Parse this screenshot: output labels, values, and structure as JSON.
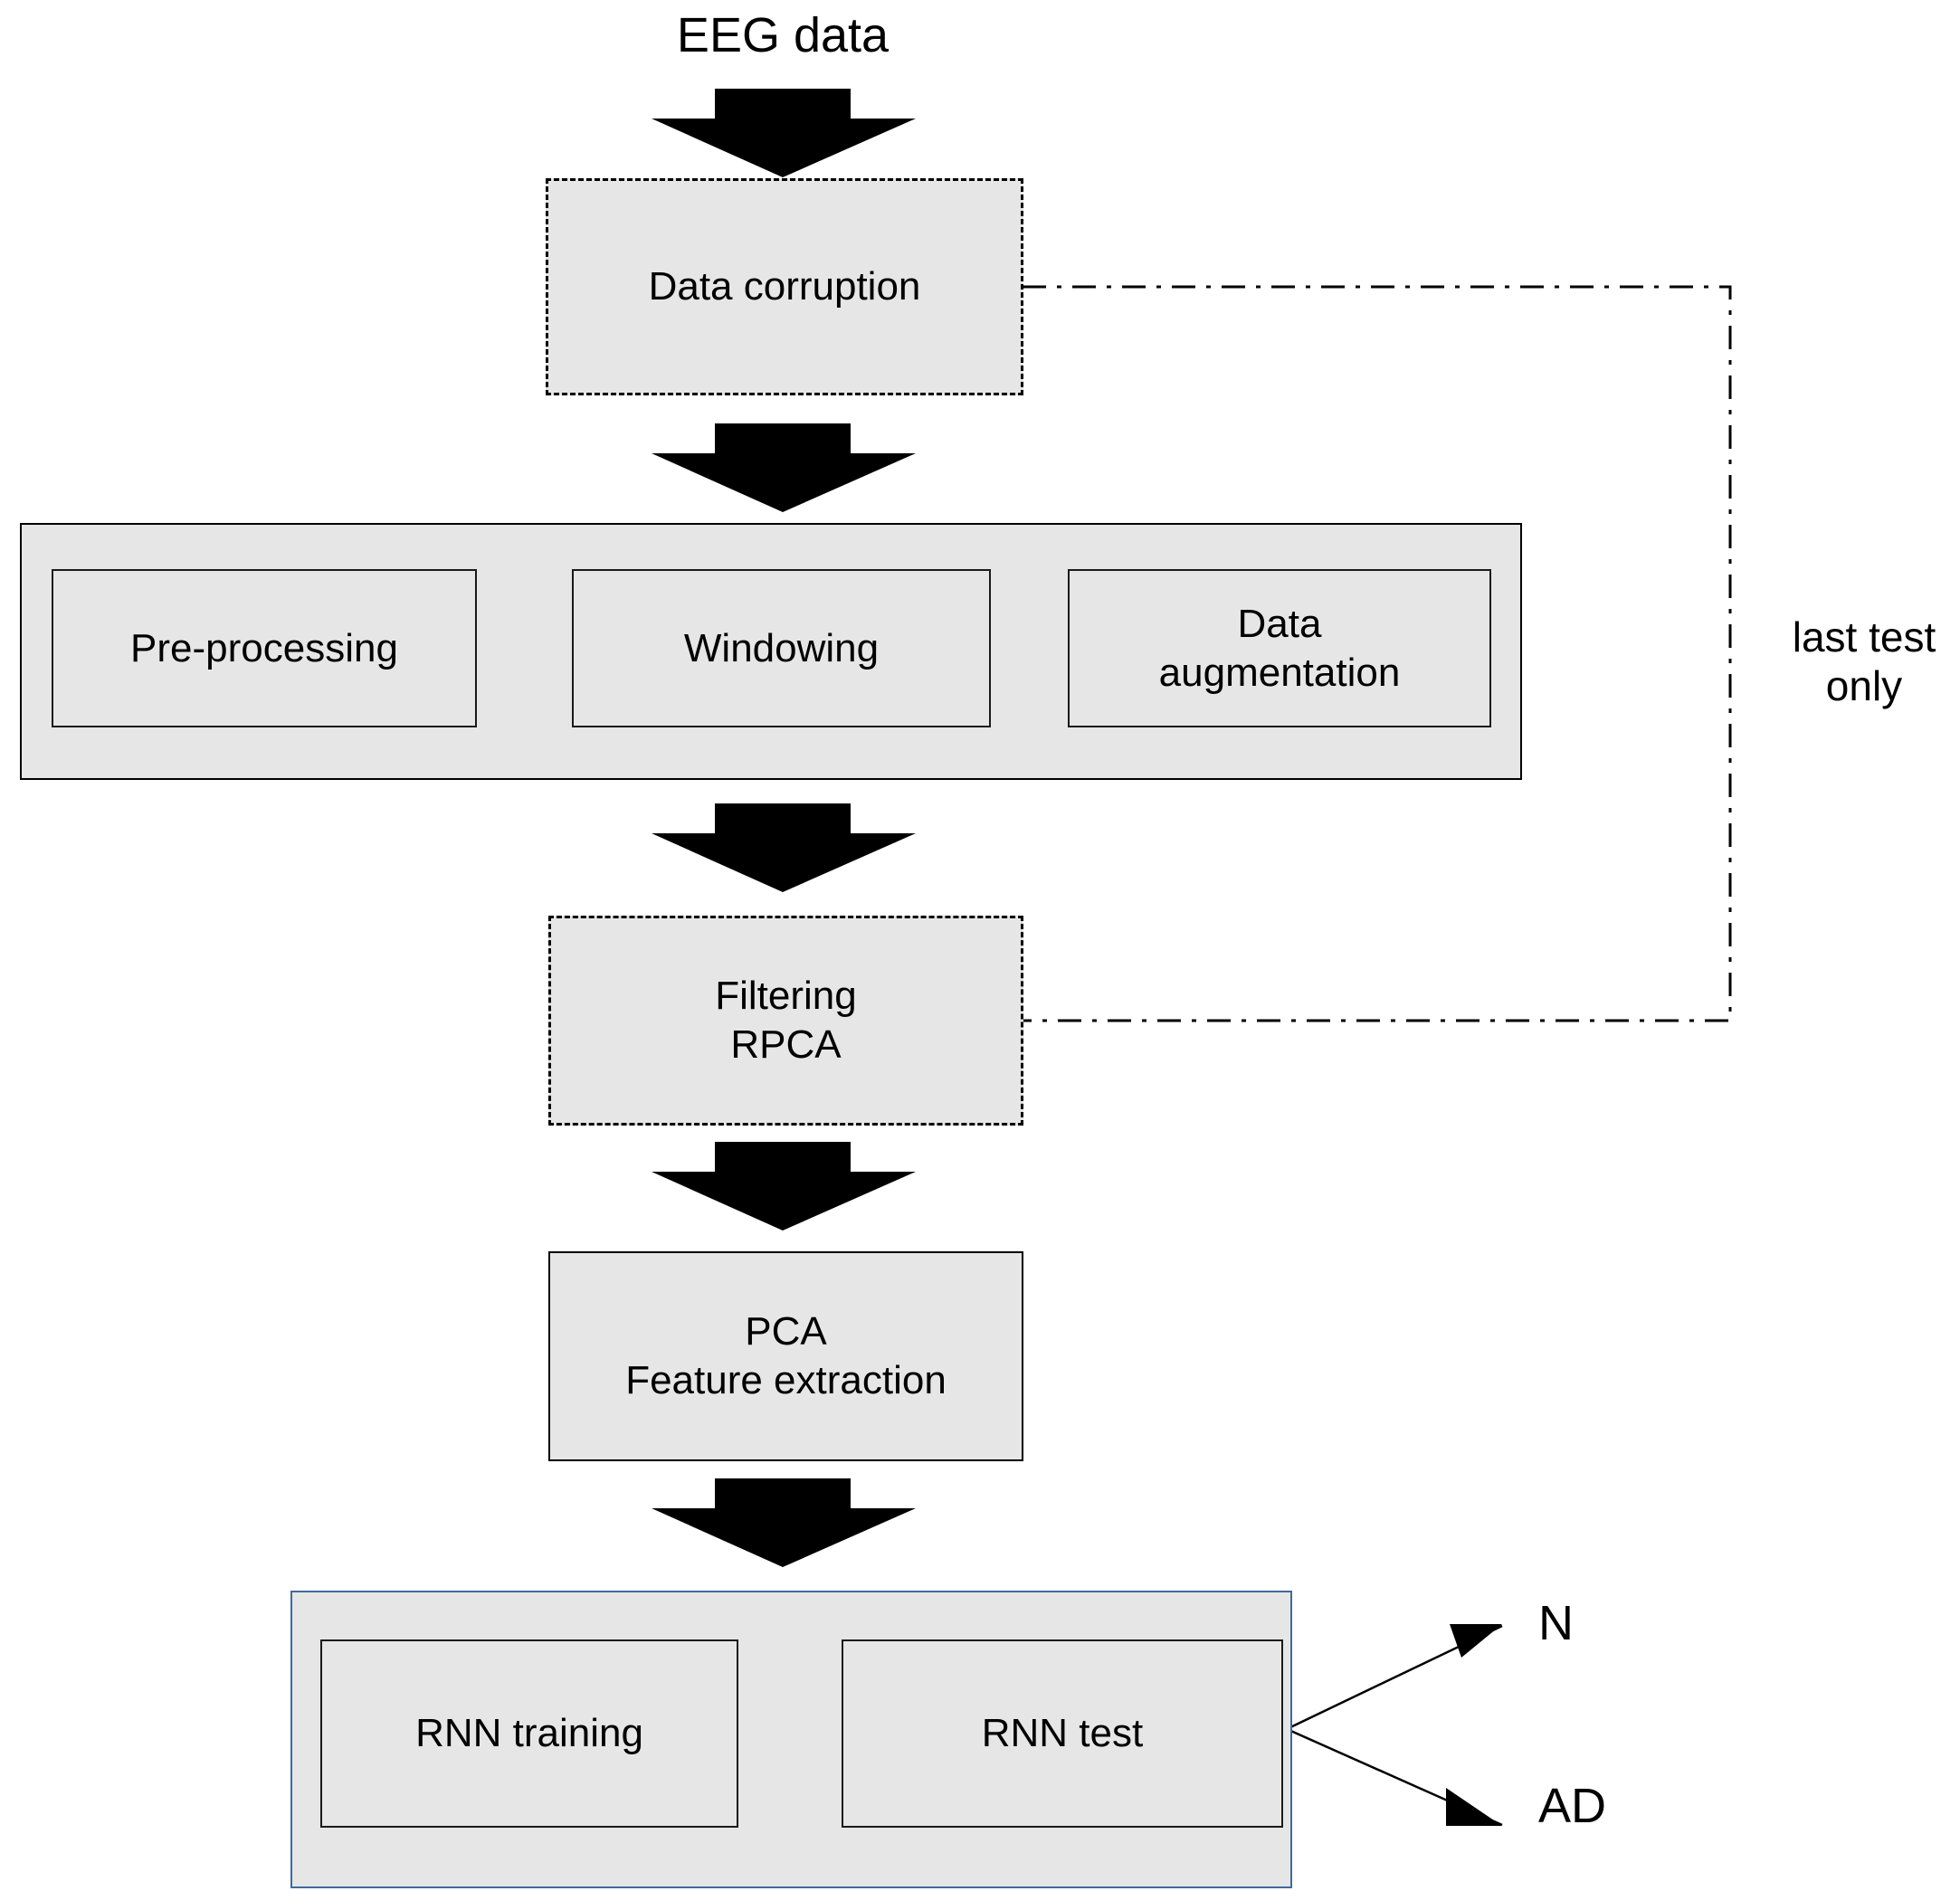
{
  "diagram": {
    "title_label": "EEG data",
    "nodes": {
      "data_corruption": "Data corruption",
      "preprocessing": "Pre-processing",
      "windowing": "Windowing",
      "data_augmentation": "Data\naugmentation",
      "filtering_rpca": "Filtering\nRPCA",
      "pca_feature_extraction": "PCA\nFeature extraction",
      "rnn_training": "RNN training",
      "rnn_test": "RNN test"
    },
    "edge_labels": {
      "last_test_only": "last test\nonly"
    },
    "outcomes": {
      "normal": "N",
      "alzheimers": "AD"
    },
    "colors": {
      "node_fill": "#e6e6e6",
      "node_stroke": "#000000",
      "group_stroke_blue": "#41699e",
      "arrow_fill": "#000000",
      "background": "#ffffff",
      "text": "#000000"
    }
  }
}
